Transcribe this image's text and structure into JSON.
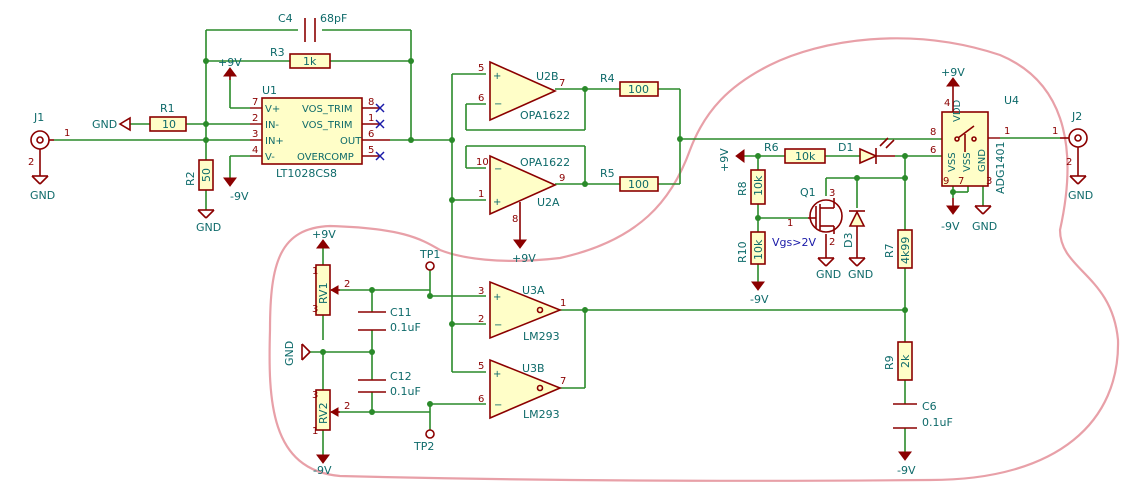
{
  "refs": {
    "j1": "J1",
    "j2": "J2",
    "u1": "U1",
    "u2b": "U2B",
    "u2a": "U2A",
    "u3a": "U3A",
    "u3b": "U3B",
    "u4": "U4",
    "r1": "R1",
    "r2": "R2",
    "r3": "R3",
    "r4": "R4",
    "r5": "R5",
    "r6": "R6",
    "r7": "R7",
    "r8": "R8",
    "r9": "R9",
    "r10": "R10",
    "c4": "C4",
    "c6": "C6",
    "c11": "C11",
    "c12": "C12",
    "d1": "D1",
    "d3": "D3",
    "q1": "Q1",
    "rv1": "RV1",
    "rv2": "RV2",
    "tp1": "TP1",
    "tp2": "TP2"
  },
  "values": {
    "r1": "10",
    "r2": "50",
    "r3": "1k",
    "r4": "100",
    "r5": "100",
    "r6": "10k",
    "r7": "4k99",
    "r8": "10k",
    "r9": "2k",
    "r10": "10k",
    "c4": "68pF",
    "c6": "0.1uF",
    "c11": "0.1uF",
    "c12": "0.1uF",
    "u1": "LT1028CS8",
    "u2b": "OPA1622",
    "u2a": "OPA1622",
    "u3a": "LM293",
    "u3b": "LM293",
    "u4": "ADG1401"
  },
  "u1_pins": [
    "V+",
    "IN-",
    "IN+",
    "V-",
    "VOS_TRIM",
    "VOS_TRIM",
    "OUT",
    "OVERCOMP"
  ],
  "u4_pins": [
    "VDD",
    "VSS",
    "VSS",
    "GND"
  ],
  "power": {
    "gnd": "GND",
    "pos": "+9V",
    "neg": "-9V"
  },
  "note": "Vgs>2V",
  "pin_numbers": [
    "1",
    "2",
    "3",
    "4",
    "5",
    "6",
    "7",
    "8",
    "9",
    "10"
  ]
}
